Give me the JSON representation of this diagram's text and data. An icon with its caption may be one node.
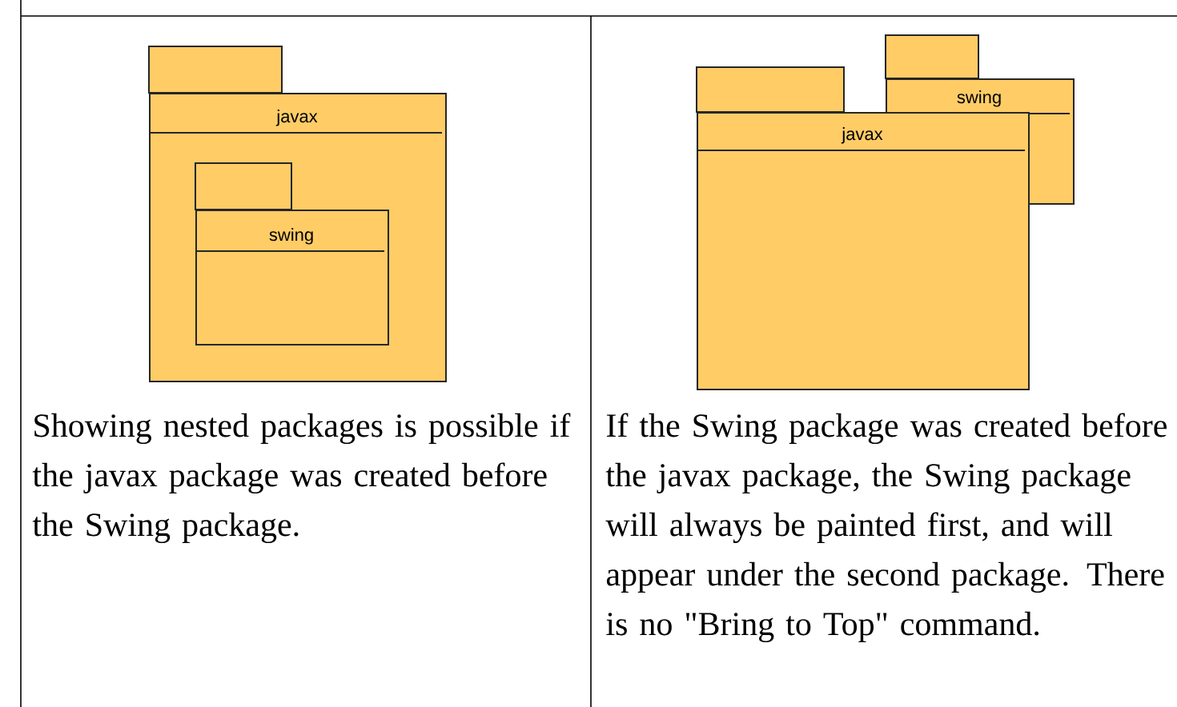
{
  "diagram": {
    "nodes": [
      {
        "text": [
          "javax"
        ]
      },
      {
        "text": [
          "swing"
        ],
        "in": 0
      },
      {
        "text": [
          "javax"
        ]
      },
      {
        "text": [
          "swing"
        ]
      }
    ],
    "labels": [
      "Showing nested packages is possible if the javax package was created before the Swing package.",
      "If the Swing package was created before the javax package, the Swing package will always be painted first, and will appear under the second package.  There is no \"Bring to Top\" command."
    ]
  }
}
